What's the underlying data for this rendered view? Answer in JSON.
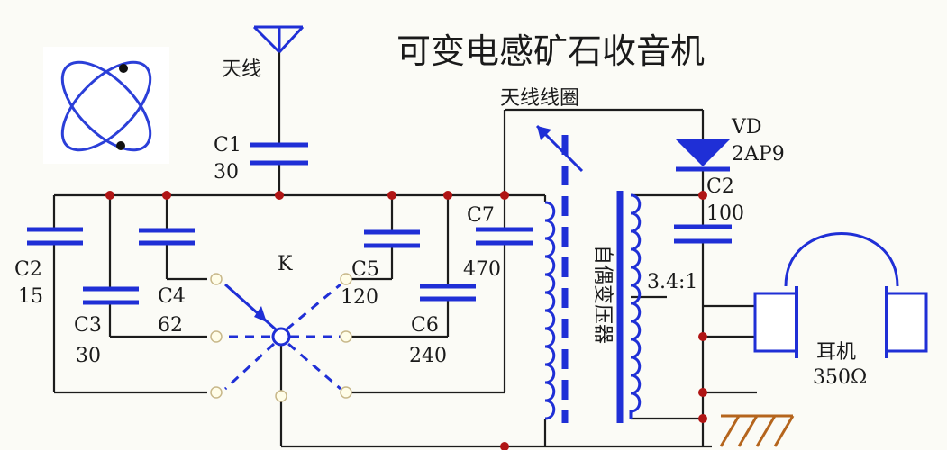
{
  "title": "可变电感矿石收音机",
  "labels": {
    "antenna": "天线",
    "antenna_coil": "天线线圈",
    "autotransformer": "自偶变压器",
    "ratio": "3.4:1",
    "switch": "K",
    "diode_name": "VD",
    "diode_model": "2AP9",
    "earphone": "耳机",
    "earphone_impedance": "350Ω"
  },
  "capacitors": {
    "C1": {
      "name": "C1",
      "value": "30"
    },
    "C2_left": {
      "name": "C2",
      "value": "15"
    },
    "C3": {
      "name": "C3",
      "value": "30"
    },
    "C4": {
      "name": "C4",
      "value": "62"
    },
    "C5": {
      "name": "C5",
      "value": "120"
    },
    "C6": {
      "name": "C6",
      "value": "240"
    },
    "C7": {
      "name": "C7",
      "value": "470"
    },
    "C2_right": {
      "name": "C2",
      "value": "100"
    }
  },
  "colors": {
    "wire": "#1c1c1c",
    "component": "#1f2fd6",
    "junction": "#b01515",
    "ground": "#b5651d"
  }
}
